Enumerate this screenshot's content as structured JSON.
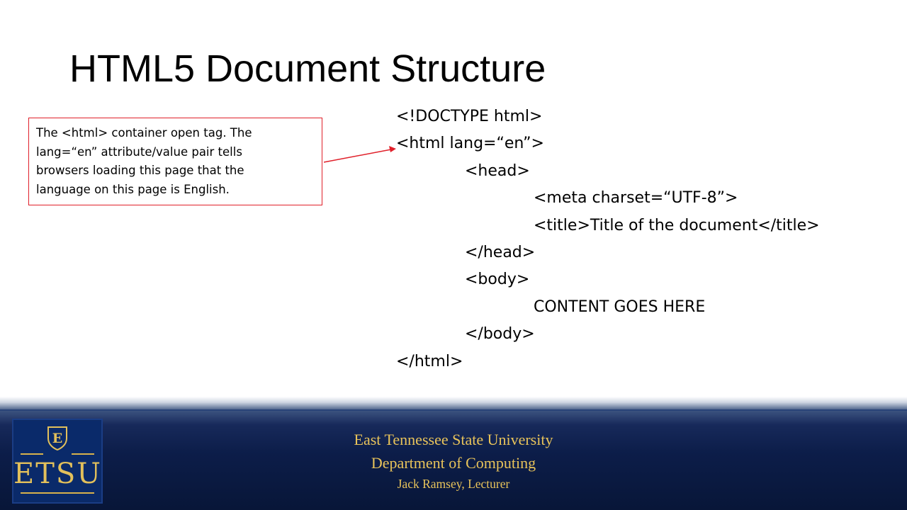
{
  "slide": {
    "title": "HTML5 Document Structure"
  },
  "code_lines": [
    "<!DOCTYPE html>",
    "<html lang=“en”>",
    "<head>",
    "<meta charset=“UTF-8”>",
    "<title>Title of the document</title>",
    "</head>",
    "<body>",
    "CONTENT GOES HERE",
    "</body>",
    "</html>"
  ],
  "callout": {
    "lines": [
      "The <html> container open tag. The",
      "lang=“en” attribute/value pair tells",
      "browsers loading this page that the",
      "language on this page is English."
    ],
    "border_color": "#e0202a",
    "arrow_color": "#e0202a"
  },
  "footer": {
    "logo_text": "ETSU",
    "shield_letter": "E",
    "line1": "East Tennessee State University",
    "line2": "Department of Computing",
    "line3": "Jack Ramsey, Lecturer",
    "text_color": "#e8c35a",
    "background_color": "#0c1d49"
  }
}
